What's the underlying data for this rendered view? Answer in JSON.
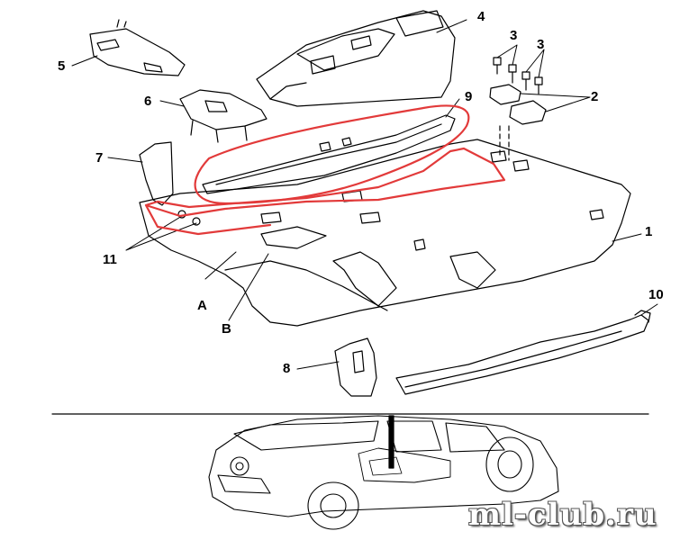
{
  "diagram": {
    "callouts": [
      {
        "id": "c1",
        "text": "1"
      },
      {
        "id": "c2",
        "text": "2"
      },
      {
        "id": "c3a",
        "text": "3"
      },
      {
        "id": "c3b",
        "text": "3"
      },
      {
        "id": "c4",
        "text": "4"
      },
      {
        "id": "c5",
        "text": "5"
      },
      {
        "id": "c6",
        "text": "6"
      },
      {
        "id": "c7",
        "text": "7"
      },
      {
        "id": "c8",
        "text": "8"
      },
      {
        "id": "c9",
        "text": "9"
      },
      {
        "id": "c10",
        "text": "10"
      },
      {
        "id": "c11",
        "text": "11"
      },
      {
        "id": "cA",
        "text": "A"
      },
      {
        "id": "cB",
        "text": "B"
      }
    ],
    "highlight_color": "#e23a3a",
    "line_color": "#000000"
  },
  "watermark": "ml-club.ru"
}
